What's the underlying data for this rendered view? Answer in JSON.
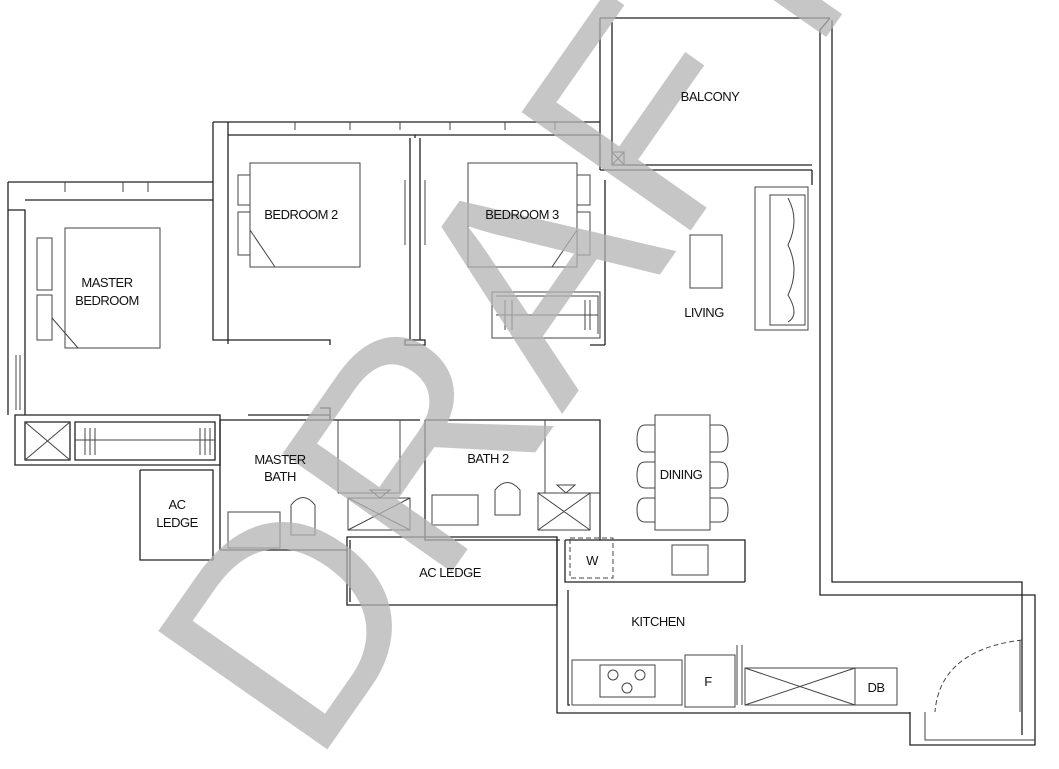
{
  "watermark": "DRAFT",
  "rooms": {
    "balcony": "BALCONY",
    "bedroom2": "BEDROOM 2",
    "bedroom3": "BEDROOM 3",
    "master_bedroom_1": "MASTER",
    "master_bedroom_2": "BEDROOM",
    "living": "LIVING",
    "master_bath_1": "MASTER",
    "master_bath_2": "BATH",
    "bath2": "BATH 2",
    "dining": "DINING",
    "ac_ledge_small_1": "AC",
    "ac_ledge_small_2": "LEDGE",
    "ac_ledge_large": "AC LEDGE",
    "kitchen": "KITCHEN",
    "washer": "W",
    "fridge": "F",
    "db": "DB"
  }
}
